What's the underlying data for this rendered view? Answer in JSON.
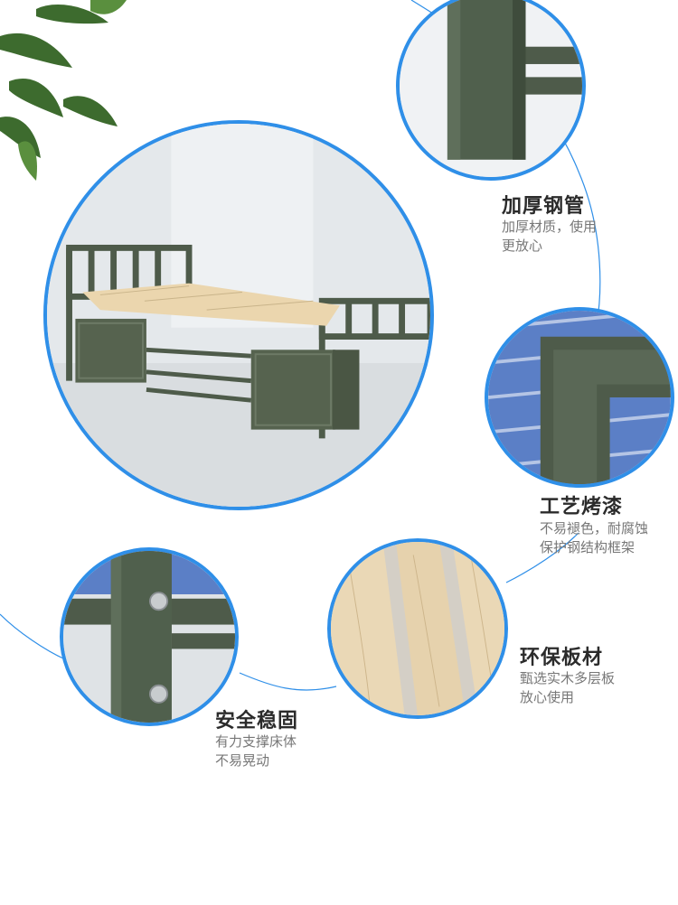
{
  "features": [
    {
      "title": "加厚钢管",
      "lines": [
        "加厚材质，使用",
        "更放心"
      ]
    },
    {
      "title": "工艺烤漆",
      "lines": [
        "不易褪色，耐腐蚀",
        "保护钢结构框架"
      ]
    },
    {
      "title": "环保板材",
      "lines": [
        "甄选实木多层板",
        "放心使用"
      ]
    },
    {
      "title": "安全稳固",
      "lines": [
        "有力支撑床体",
        "不易晃动"
      ]
    }
  ],
  "colors": {
    "accent": "#2f8fe8",
    "frame_green": "#4e5b4a",
    "wood": "#e8d3ab"
  }
}
